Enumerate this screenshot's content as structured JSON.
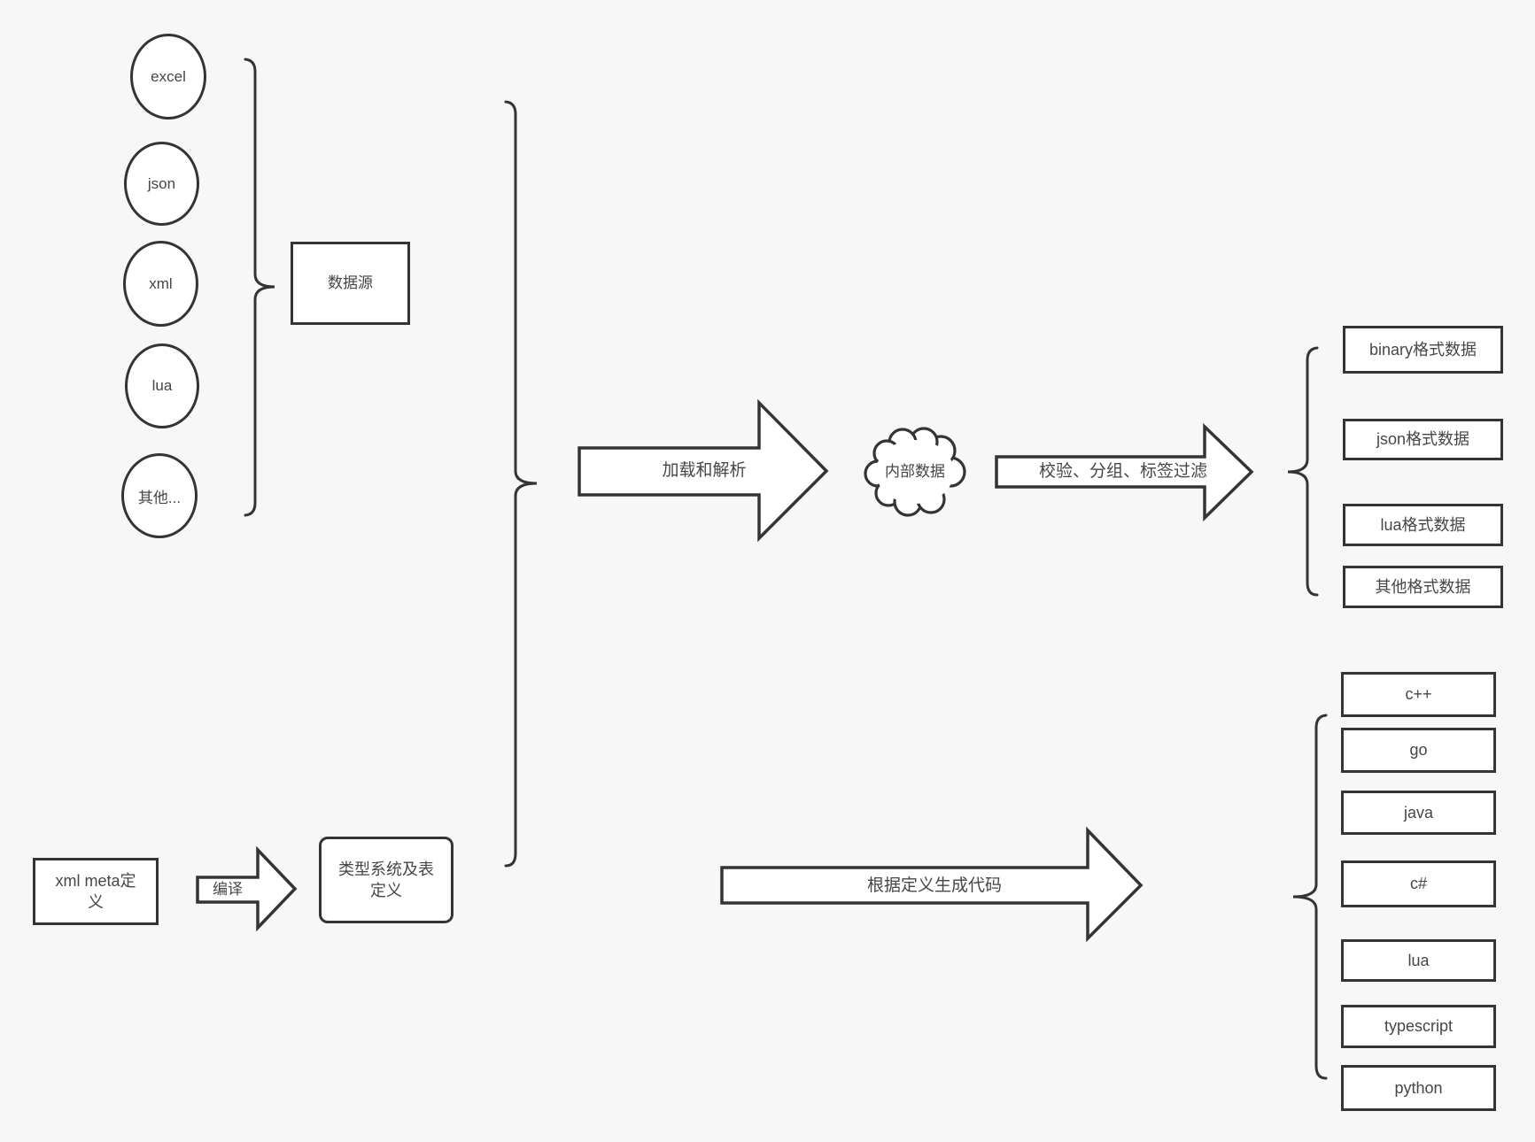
{
  "colors": {
    "background": "#f7f7f7",
    "stroke": "#343434",
    "text": "#464646",
    "shape_fill": "#ffffff"
  },
  "sources": {
    "group_label": "数据源",
    "items": [
      {
        "label": "excel"
      },
      {
        "label": "json"
      },
      {
        "label": "xml"
      },
      {
        "label": "lua"
      },
      {
        "label": "其他..."
      }
    ]
  },
  "pipeline": {
    "load_arrow_label": "加载和解析",
    "cloud_label": "内部数据",
    "filter_arrow_label": "校验、分组、标签过滤"
  },
  "outputs": {
    "items": [
      {
        "label": "binary格式数据"
      },
      {
        "label": "json格式数据"
      },
      {
        "label": "lua格式数据"
      },
      {
        "label": "其他格式数据"
      }
    ]
  },
  "definition": {
    "xml_meta_label": "xml meta定义",
    "compile_arrow_label": "编译",
    "type_system_label": "类型系统及表定义",
    "generate_arrow_label": "根据定义生成代码"
  },
  "languages": {
    "items": [
      {
        "label": "c++"
      },
      {
        "label": "go"
      },
      {
        "label": "java"
      },
      {
        "label": "c#"
      },
      {
        "label": "lua"
      },
      {
        "label": "typescript"
      },
      {
        "label": "python"
      }
    ]
  }
}
